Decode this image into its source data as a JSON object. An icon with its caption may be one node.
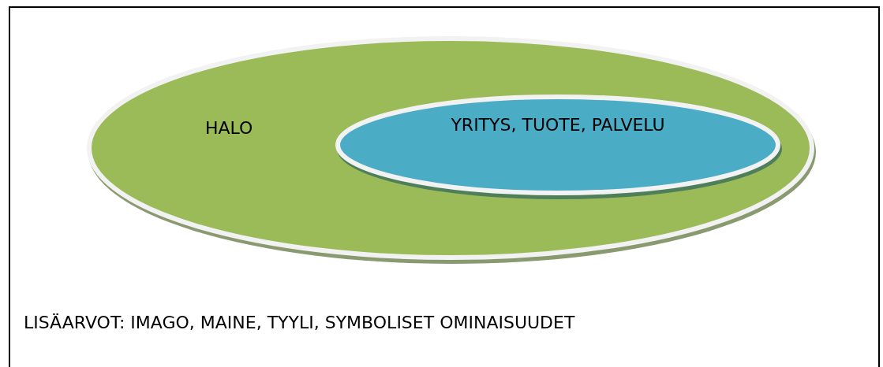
{
  "diagram": {
    "nodes": [
      {
        "text": [
          "HALO"
        ]
      },
      {
        "text": [
          "YRITYS, TUOTE, PALVELU"
        ],
        "in": 0
      }
    ],
    "labels": [
      "LISÄARVOT: IMAGO, MAINE, TYYLI, SYMBOLISET OMINAISUUDET"
    ]
  }
}
